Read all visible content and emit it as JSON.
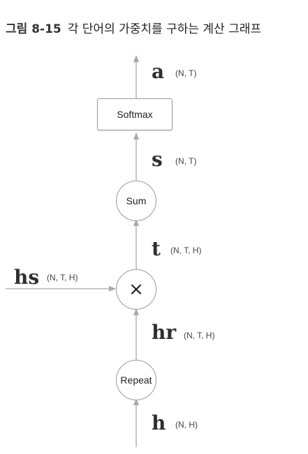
{
  "figure": {
    "number": "그림 8-15",
    "title": "각 단어의 가중치를 구하는 계산 그래프"
  },
  "nodes": {
    "softmax": {
      "label": "Softmax"
    },
    "sum": {
      "label": "Sum"
    },
    "multiply": {
      "label": "×"
    },
    "repeat": {
      "label": "Repeat"
    }
  },
  "variables": {
    "a": {
      "name": "a",
      "shape": "(N, T)"
    },
    "s": {
      "name": "s",
      "shape": "(N, T)"
    },
    "t": {
      "name": "t",
      "shape": "(N, T, H)"
    },
    "hs": {
      "name": "hs",
      "shape": "(N, T, H)"
    },
    "hr": {
      "name": "hr",
      "shape": "(N, T, H)"
    },
    "h": {
      "name": "h",
      "shape": "(N, H)"
    }
  },
  "colors": {
    "line": "#a8a8a8",
    "arrowhead": "#a8a8a8",
    "node_border": "#9a9a9a",
    "text": "#222222"
  }
}
